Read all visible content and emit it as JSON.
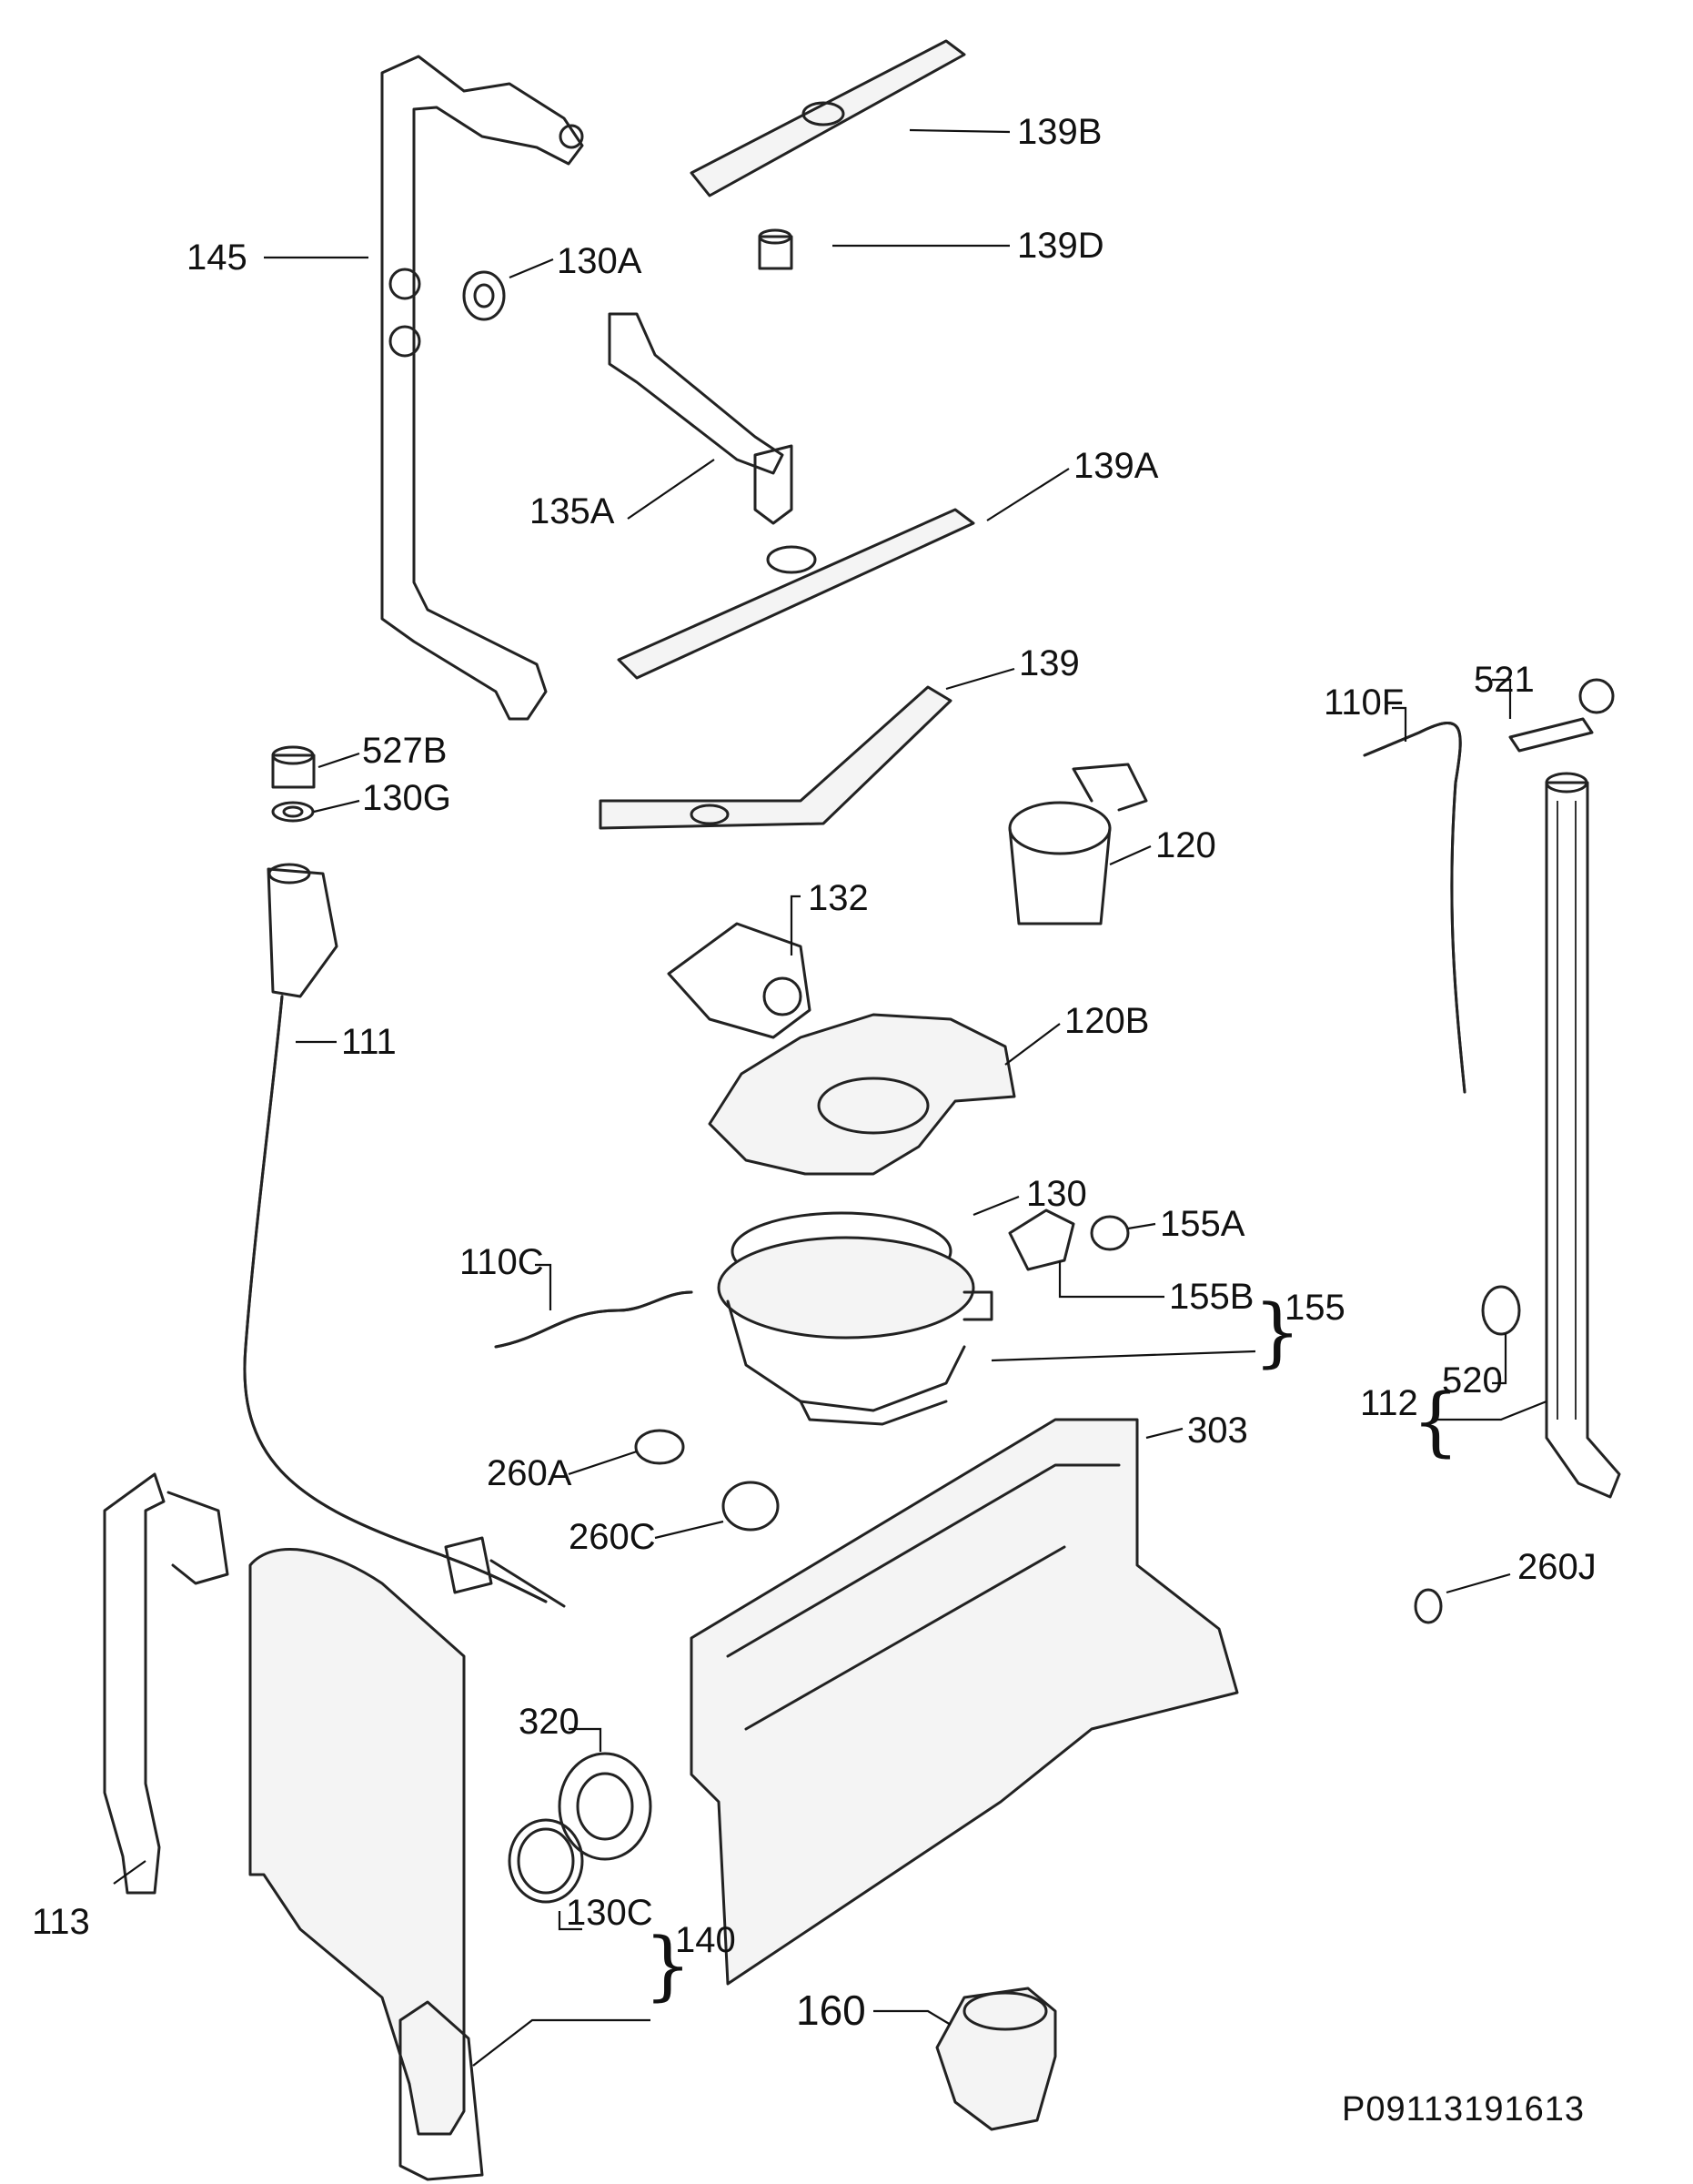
{
  "labels": {
    "l145": "145",
    "l130A": "130A",
    "l139B": "139B",
    "l139D": "139D",
    "l135A": "135A",
    "l139A": "139A",
    "l139": "139",
    "l527B": "527B",
    "l130G": "130G",
    "l120": "120",
    "l132": "132",
    "l120B": "120B",
    "l111": "111",
    "l110F": "110F",
    "l521": "521",
    "l130": "130",
    "l155A": "155A",
    "l155B": "155B",
    "l155": "155",
    "l110C": "110C",
    "l112": "112",
    "l520": "520",
    "l303": "303",
    "l260A": "260A",
    "l260C": "260C",
    "l260J": "260J",
    "l320": "320",
    "l130C": "130C",
    "l140": "140",
    "l113": "113",
    "l160": "160"
  },
  "drawing_code": "P09113191613"
}
